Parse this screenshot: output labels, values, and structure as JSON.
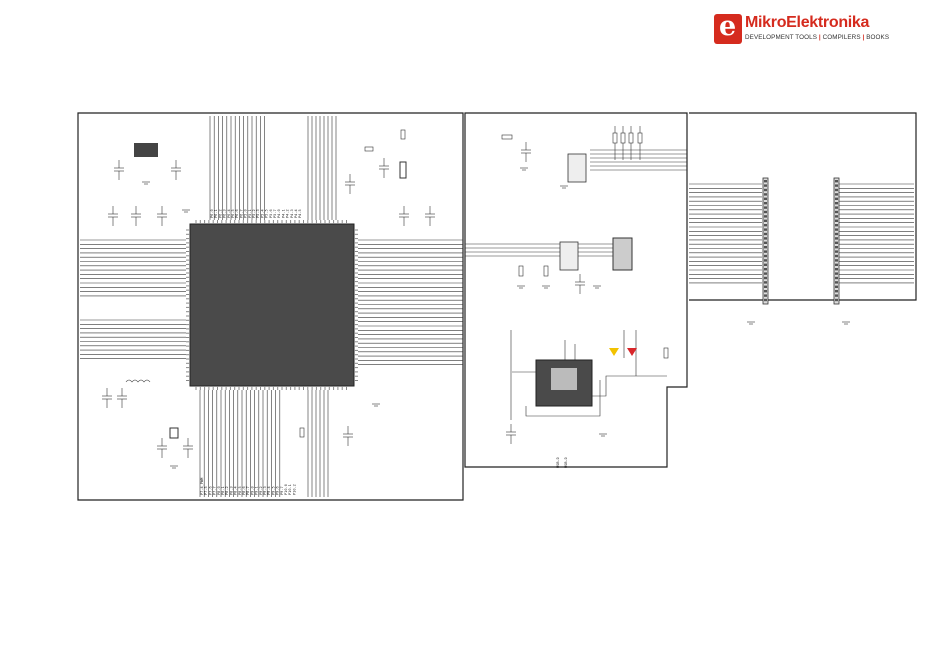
{
  "brand": {
    "name": "MikroElektronika",
    "tagline": [
      "DEVELOPMENT TOOLS",
      "COMPILERS",
      "BOOKS"
    ],
    "separator": "|",
    "color": "#d52b1e"
  },
  "colors": {
    "line": "#222222",
    "chip": "#4a4a4a",
    "led_yellow": "#f2c200",
    "led_red": "#d8262a"
  },
  "mcu_pins_bottom": [
    "P7.4_PWM",
    "P7.5",
    "P7.6",
    "P7.7",
    "P8.0",
    "P8.1",
    "P8.2",
    "P8.3",
    "P8.4",
    "P8.5",
    "P8.6",
    "P8.7",
    "P9.0",
    "P9.1",
    "P9.2",
    "P9.3",
    "P9.4",
    "P9.5",
    "P9.6",
    "P9.7",
    "P10.0",
    "P10.1",
    "P10.2"
  ],
  "mcu_pins_top": [
    "P6.0",
    "P6.1",
    "P6.2",
    "P6.3",
    "P6.4",
    "P6.5",
    "P6.6",
    "P6.7",
    "P5.0",
    "P5.1",
    "P5.2",
    "P5.3",
    "P5.4",
    "P5.5",
    "P5.6",
    "P5.7",
    "P4.0",
    "P4.1",
    "P4.2",
    "P4.3",
    "P4.4",
    "P4.5"
  ],
  "usb_pins": [
    "USB-D",
    "USB-D"
  ]
}
